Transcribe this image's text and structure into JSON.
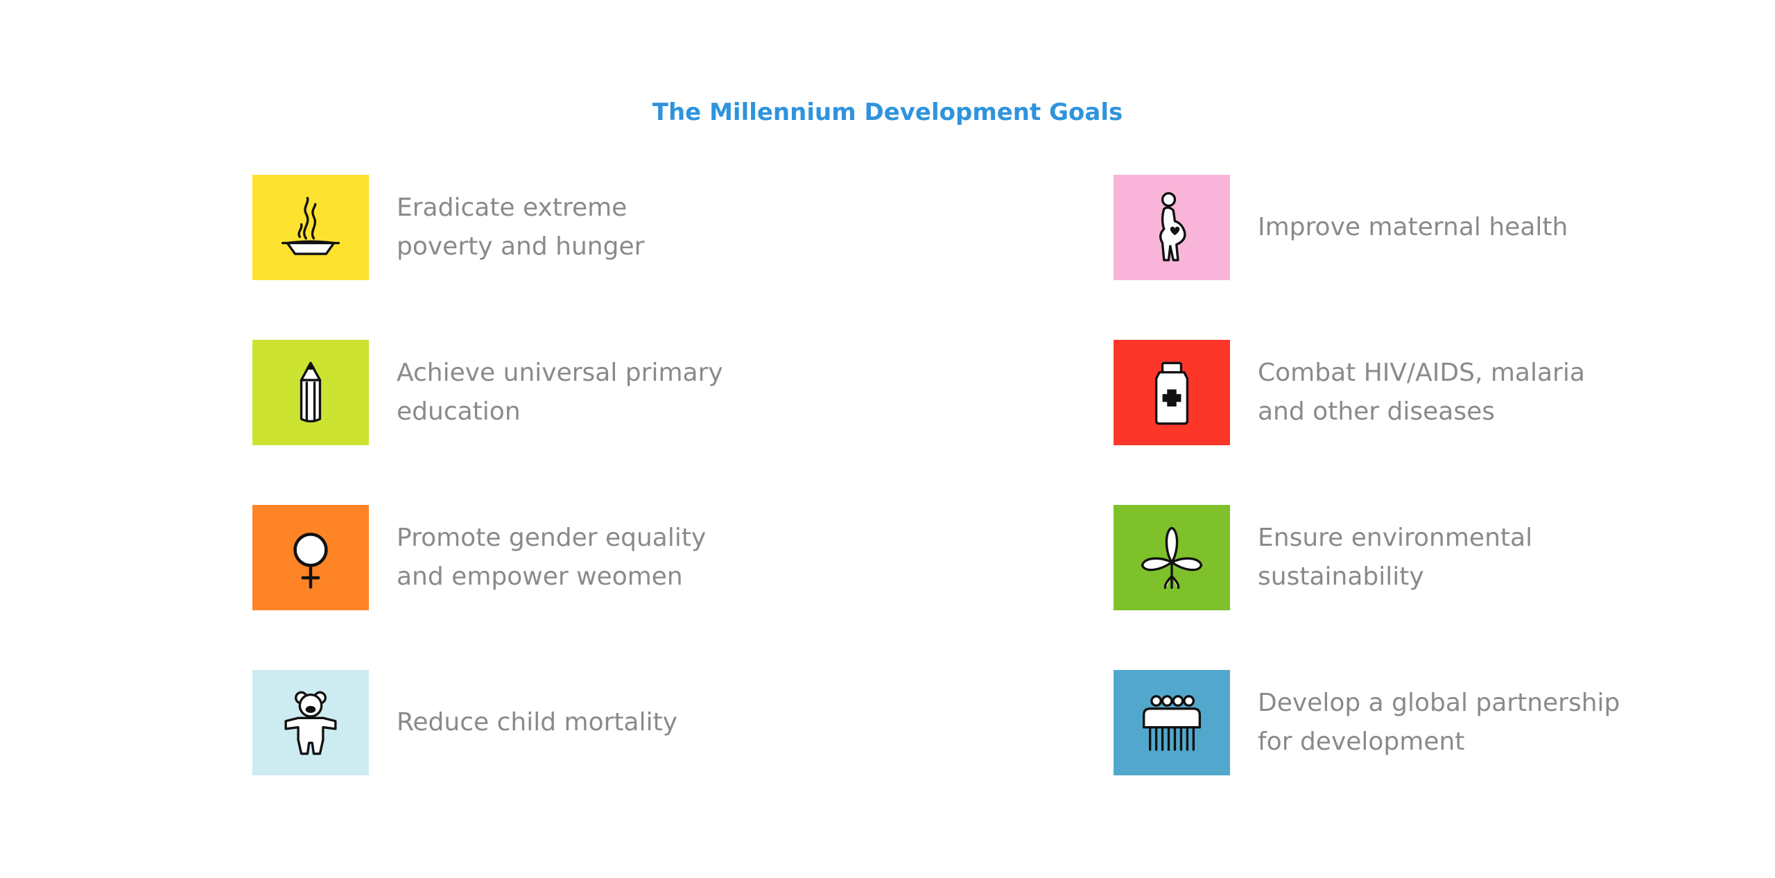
{
  "title": "The Millennium Development Goals",
  "goals": [
    {
      "label": "Eradicate extreme\npoverty and hunger",
      "color": "#fde22f",
      "icon": "steaming-bowl-icon"
    },
    {
      "label": "Achieve universal primary\neducation",
      "color": "#cde332",
      "icon": "pencil-icon"
    },
    {
      "label": "Promote gender equality\nand empower weomen",
      "color": "#fe8425",
      "icon": "female-symbol-icon"
    },
    {
      "label": "Reduce child mortality",
      "color": "#cdecf2",
      "icon": "teddy-bear-icon"
    },
    {
      "label": "Improve maternal health",
      "color": "#f9b5d9",
      "icon": "pregnant-woman-icon"
    },
    {
      "label": "Combat HIV/AIDS, malaria\nand other diseases",
      "color": "#fd362a",
      "icon": "medicine-bottle-icon"
    },
    {
      "label": "Ensure environmental\nsustainability",
      "color": "#7ec12a",
      "icon": "plant-leaves-icon"
    },
    {
      "label": "Develop a global partnership\nfor development",
      "color": "#52a8cc",
      "icon": "group-of-people-icon"
    }
  ]
}
